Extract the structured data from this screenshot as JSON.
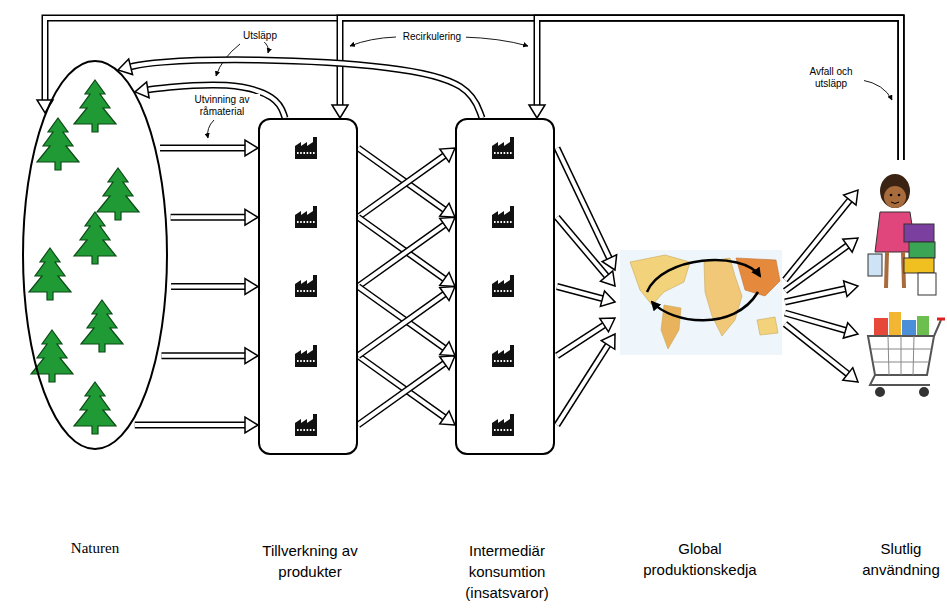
{
  "diagram": {
    "nodes": [
      {
        "text": [
          "Naturen"
        ]
      },
      {
        "text": [
          "Tillverkning av produkter"
        ]
      },
      {
        "text": [
          "Intermediär konsumtion (insatsvaror)"
        ]
      },
      {
        "text": [
          "Global produktionskedja"
        ]
      },
      {
        "text": [
          "Slutlig användning"
        ]
      }
    ],
    "edges": [
      {
        "from": 0,
        "to": 1,
        "arrow": "to"
      },
      {
        "from": 0,
        "to": 1,
        "arrow": "to"
      },
      {
        "from": 0,
        "to": 1,
        "arrow": "to"
      },
      {
        "from": 0,
        "to": 1,
        "arrow": "to"
      },
      {
        "from": 0,
        "to": 1,
        "arrow": "to"
      },
      {
        "from": 1,
        "to": 2,
        "arrow": "to"
      },
      {
        "from": 1,
        "to": 2,
        "arrow": "to"
      },
      {
        "from": 1,
        "to": 2,
        "arrow": "to"
      },
      {
        "from": 1,
        "to": 2,
        "arrow": "to"
      },
      {
        "from": 1,
        "to": 2,
        "arrow": "to"
      },
      {
        "from": 1,
        "to": 2,
        "arrow": "to"
      },
      {
        "from": 1,
        "to": 2,
        "arrow": "to"
      },
      {
        "from": 1,
        "to": 2,
        "arrow": "to"
      },
      {
        "from": 2,
        "to": 3,
        "arrow": "to"
      },
      {
        "from": 2,
        "to": 3,
        "arrow": "to"
      },
      {
        "from": 2,
        "to": 3,
        "arrow": "to"
      },
      {
        "from": 2,
        "to": 3,
        "arrow": "to"
      },
      {
        "from": 2,
        "to": 3,
        "arrow": "to"
      },
      {
        "from": 3,
        "to": 4,
        "arrow": "to"
      },
      {
        "from": 3,
        "to": 4,
        "arrow": "to"
      },
      {
        "from": 3,
        "to": 4,
        "arrow": "to"
      },
      {
        "from": 3,
        "to": 4,
        "arrow": "to"
      },
      {
        "from": 3,
        "to": 4,
        "arrow": "to"
      },
      {
        "from": 4,
        "to": 0,
        "arrow": "to"
      },
      {
        "from": 4,
        "to": 1,
        "arrow": "to"
      },
      {
        "from": 4,
        "to": 2,
        "arrow": "to"
      },
      {
        "from": 1,
        "to": 0,
        "arrow": "to"
      },
      {
        "from": 2,
        "to": 0,
        "arrow": "to"
      }
    ],
    "labels": [
      "Recirkulering",
      "Utsläpp",
      "Utvinning av råmaterial",
      "Avfall och utsläpp"
    ]
  }
}
